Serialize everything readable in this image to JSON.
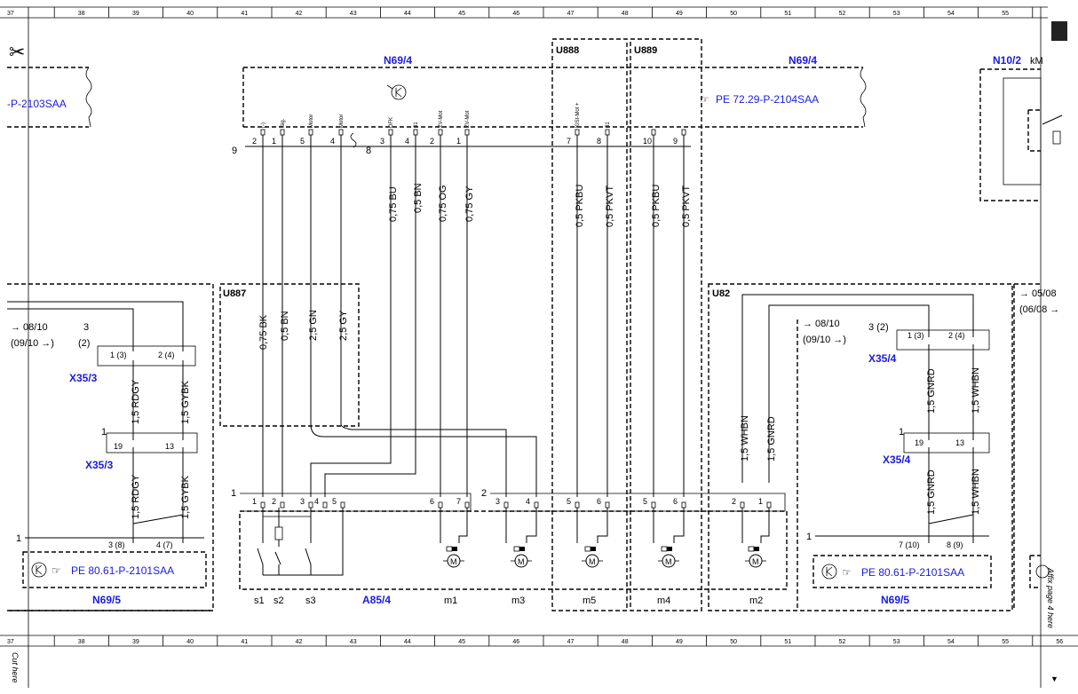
{
  "ruler": {
    "top": [
      "37",
      "38",
      "39",
      "40",
      "41",
      "42",
      "43",
      "44",
      "45",
      "46",
      "47",
      "48",
      "49",
      "50",
      "51",
      "52",
      "53",
      "54",
      "55"
    ],
    "bottom": [
      "37",
      "38",
      "39",
      "40",
      "41",
      "42",
      "43",
      "44",
      "45",
      "46",
      "47",
      "48",
      "49",
      "50",
      "51",
      "52",
      "53",
      "54",
      "55",
      "56"
    ]
  },
  "margin_notes": {
    "cut_here": "Cut here",
    "affix": "Affix page 4 here"
  },
  "modules": {
    "n69_4_left": "N69/4",
    "n69_4_right": "N69/4",
    "u888": "U888",
    "u889": "U889",
    "n10_2": "N10/2",
    "n10_2_suffix": "kM",
    "u887": "U887",
    "u82": "U82",
    "a85_4": "A85/4",
    "n69_5_left": "N69/5",
    "n69_5_right": "N69/5",
    "x35_3_top": "X35/3",
    "x35_3_bottom": "X35/3",
    "x35_4_top": "X35/4",
    "x35_4_bottom": "X35/4"
  },
  "refs": {
    "left_top": "-P-2103SAA",
    "right_top": "PE 72.29-P-2104SAA",
    "left_bottom": "PE 80.61-P-2101SAA",
    "right_bottom": "PE 80.61-P-2101SAA"
  },
  "cross_refs": {
    "left_0810": "→ 08/10",
    "left_0910": "(09/10 →)",
    "left_3": "3",
    "left_2": "(2)",
    "right_0810": "→ 08/10",
    "right_0910": "(09/10 →)",
    "right_32": "3 (2)",
    "far_0508": "→ 05/08",
    "far_0608": "(06/08 →"
  },
  "connector_numbers": {
    "conn9": "9",
    "conn8": "8",
    "row1": "1",
    "row2": "2",
    "x353_1": "1",
    "n695_left_1": "1",
    "x354_1": "1",
    "n695_right_1": "1"
  },
  "top_pins": [
    {
      "num": "2",
      "sig": "(-)"
    },
    {
      "num": "1",
      "sig": "Sig."
    },
    {
      "num": "5",
      "sig": "Motor"
    },
    {
      "num": "4",
      "sig": "Motor"
    },
    {
      "num": "3",
      "sig": "DFK"
    },
    {
      "num": "4",
      "sig": "31"
    },
    {
      "num": "2",
      "sig": "ZV-Mot"
    },
    {
      "num": "1",
      "sig": "ZV-Mot"
    },
    {
      "num": "7",
      "sig": "KISt-Mot +"
    },
    {
      "num": "8",
      "sig": "31"
    },
    {
      "num": "10",
      "sig": ""
    },
    {
      "num": "9",
      "sig": ""
    }
  ],
  "wires": {
    "bk075": "0,75 BK",
    "bn05": "0,5 BN",
    "gn25": "2,5 GN",
    "gy25": "2,5 GY",
    "bu075": "0,75 BU",
    "bn075": "0,5 BN",
    "og075": "0,75 OG",
    "gy075": "0,75 GY",
    "pkbu_u888": "0,5 PKBU",
    "pkvt_u888": "0,5 PKVT",
    "pkbu_u889": "0,5 PKBU",
    "pkvt_u889": "0,5 PKVT",
    "rdgy_top": "1,5 RDGY",
    "gybk_top": "1,5 GYBK",
    "rdgy_bot": "1,5 RDGY",
    "gybk_bot": "1,5 GYBK",
    "whbn_u82": "1,5 WHBN",
    "gnrd_u82": "1,5 GNRD",
    "gnrd_x354_top": "1,5 GNRD",
    "whbn_x354_top": "1,5 WHBN",
    "gnrd_x354_bot": "1,5 GNRD",
    "whbn_x354_bot": "1,5 WHBN"
  },
  "pins": {
    "x353_top_a": "1 (3)",
    "x353_top_b": "2 (4)",
    "x353_bot_a": "19",
    "x353_bot_b": "13",
    "n695l_a": "3 (8)",
    "n695l_b": "4 (7)",
    "x354_top_a": "1 (3)",
    "x354_top_b": "2 (4)",
    "x354_bot_a": "19",
    "x354_bot_b": "13",
    "n695r_a": "7 (10)",
    "n695r_b": "8 (9)",
    "a854": [
      "1",
      "2",
      "3",
      "4",
      "5",
      "6",
      "7",
      "3",
      "4",
      "5",
      "6",
      "5",
      "6",
      "2",
      "1"
    ]
  },
  "components": {
    "s1": "s1",
    "s2": "s2",
    "s3": "s3",
    "m1": "m1",
    "m3": "m3",
    "m5": "m5",
    "m4": "m4",
    "m2": "m2"
  },
  "symbols": {
    "scissors": "✂",
    "pointer": "☞",
    "motor": "M",
    "arrow_down": "▼"
  }
}
